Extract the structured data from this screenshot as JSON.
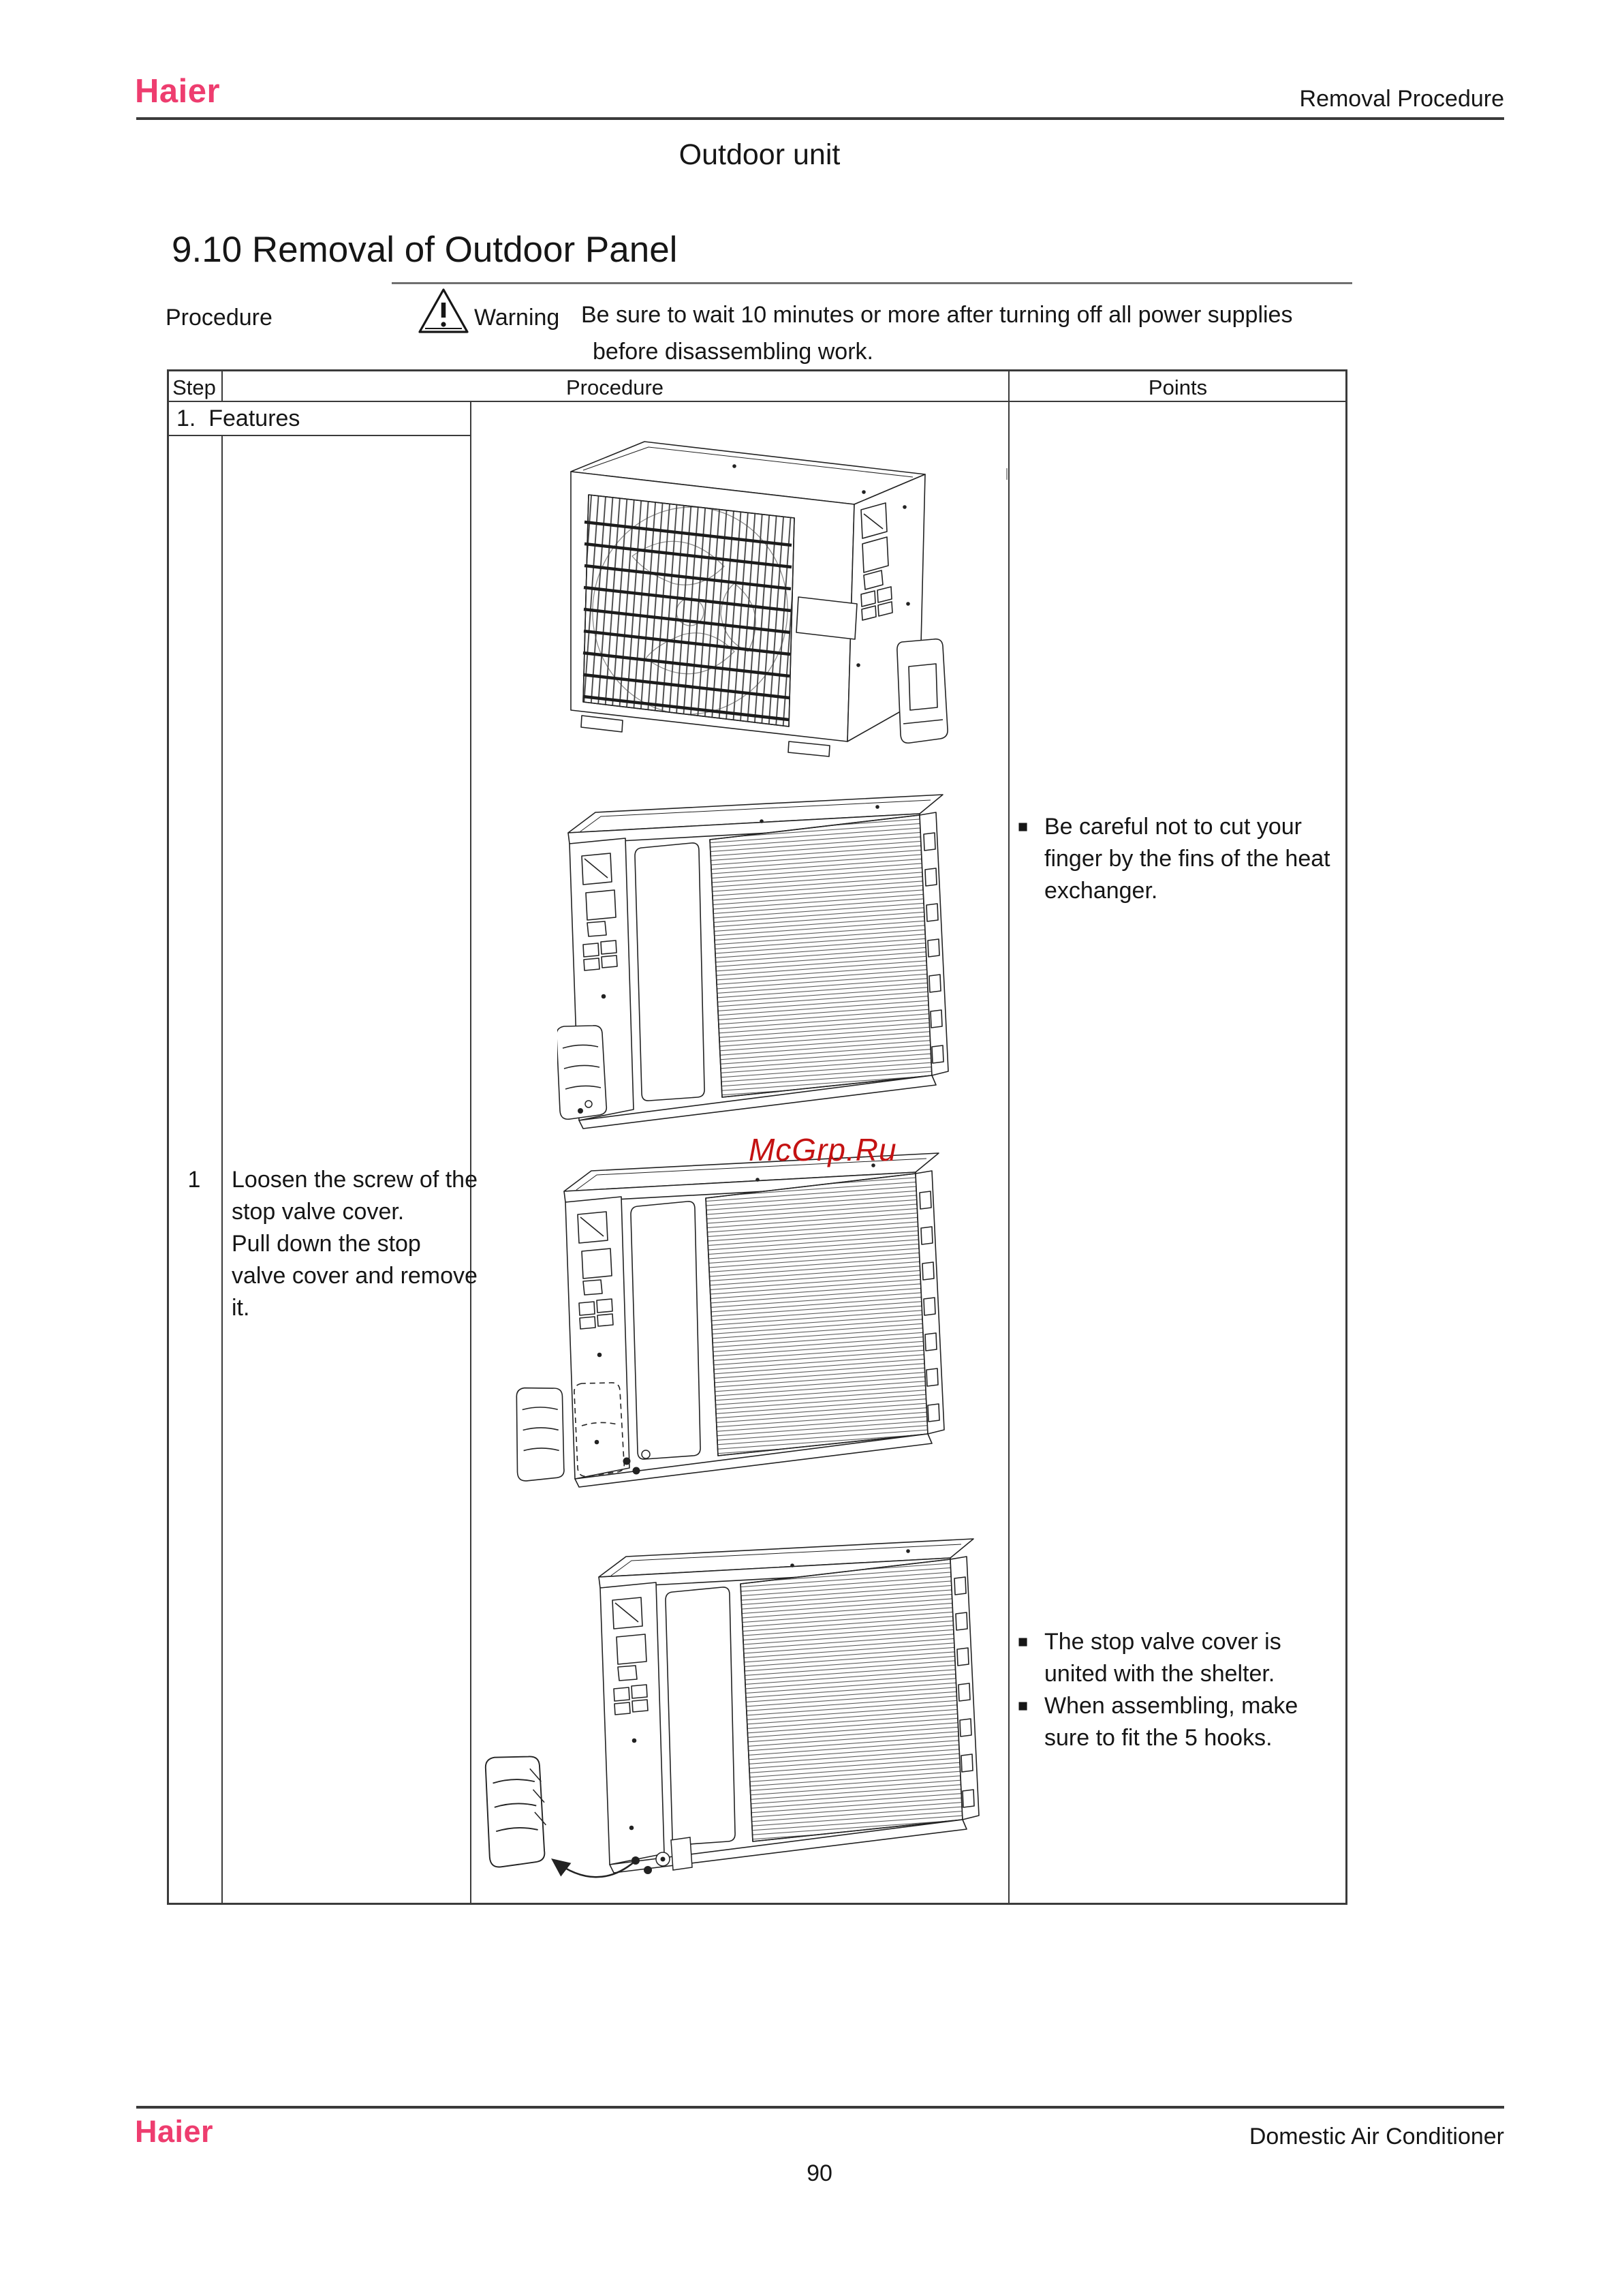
{
  "header": {
    "brand": "Haier",
    "right": "Removal Procedure"
  },
  "title": "Outdoor unit",
  "section_heading": "9.10 Removal of Outdoor Panel",
  "procedure_label": "Procedure",
  "warning": {
    "icon": "warning-triangle-icon",
    "label": "Warning",
    "line1": "Be sure to wait 10 minutes or more after turning off all power supplies",
    "line2": "before disassembling work."
  },
  "table": {
    "col_step": "Step",
    "col_procedure": "Procedure",
    "col_points": "Points",
    "features_row": "1.  Features",
    "step_number": "1",
    "procedure_lines": [
      "Loosen the screw of the",
      "stop valve cover.",
      "Pull down the stop",
      "valve cover and remove",
      "it."
    ],
    "bullet": "■",
    "point1_lines": [
      "Be careful not to cut your",
      "finger by the fins of the heat",
      "exchanger."
    ],
    "point2_lines": [
      "The stop valve cover is",
      "united with the shelter."
    ],
    "point3_lines": [
      "When assembling, make",
      "sure to fit the 5 hooks."
    ]
  },
  "watermark": "McGrp.Ru",
  "footer": {
    "brand": "Haier",
    "right": "Domestic Air Conditioner",
    "page_number": "90"
  },
  "colors": {
    "brand_pink": "#EE3D6F",
    "watermark_red": "#C41212",
    "rule_dark": "#3A3A3A",
    "table_border": "#3B3B3B"
  },
  "diagrams": {
    "diagram1": "outdoor-unit-front-view",
    "diagram2": "outdoor-unit-rear-view-cover-attached",
    "diagram3": "outdoor-unit-rear-view-cover-pulled-down",
    "diagram4": "outdoor-unit-rear-view-cover-removed"
  }
}
